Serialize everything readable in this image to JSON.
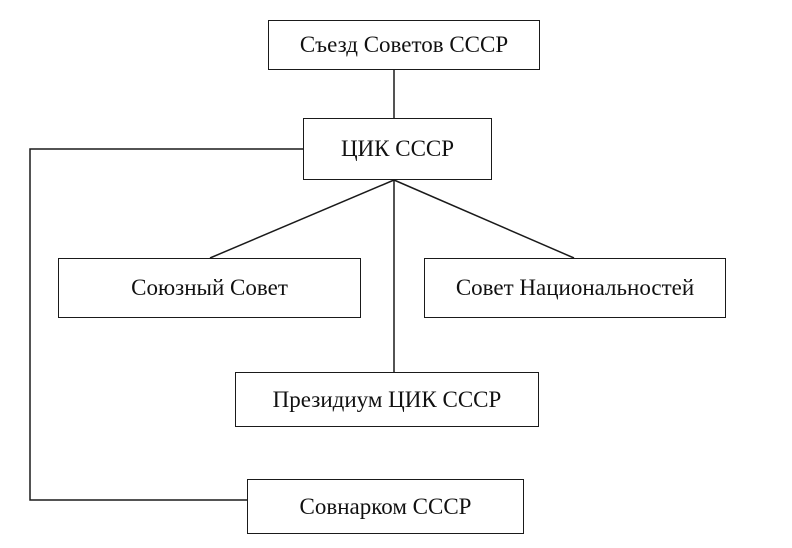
{
  "nodes": {
    "congress": "Съезд Советов СССР",
    "cec": "ЦИК СССР",
    "union_council": "Союзный Совет",
    "nationalities_council": "Совет Национальностей",
    "presidium": "Президиум ЦИК СССР",
    "sovnarkom": "Совнарком СССР"
  },
  "edges": [
    {
      "from": "congress",
      "to": "cec"
    },
    {
      "from": "cec",
      "to": "union_council"
    },
    {
      "from": "cec",
      "to": "nationalities_council"
    },
    {
      "from": "cec",
      "to": "presidium"
    },
    {
      "from": "cec",
      "to": "sovnarkom"
    }
  ],
  "colors": {
    "line": "#1a1a1a",
    "box_border": "#1a1a1a",
    "text": "#111111",
    "background": "#ffffff"
  }
}
